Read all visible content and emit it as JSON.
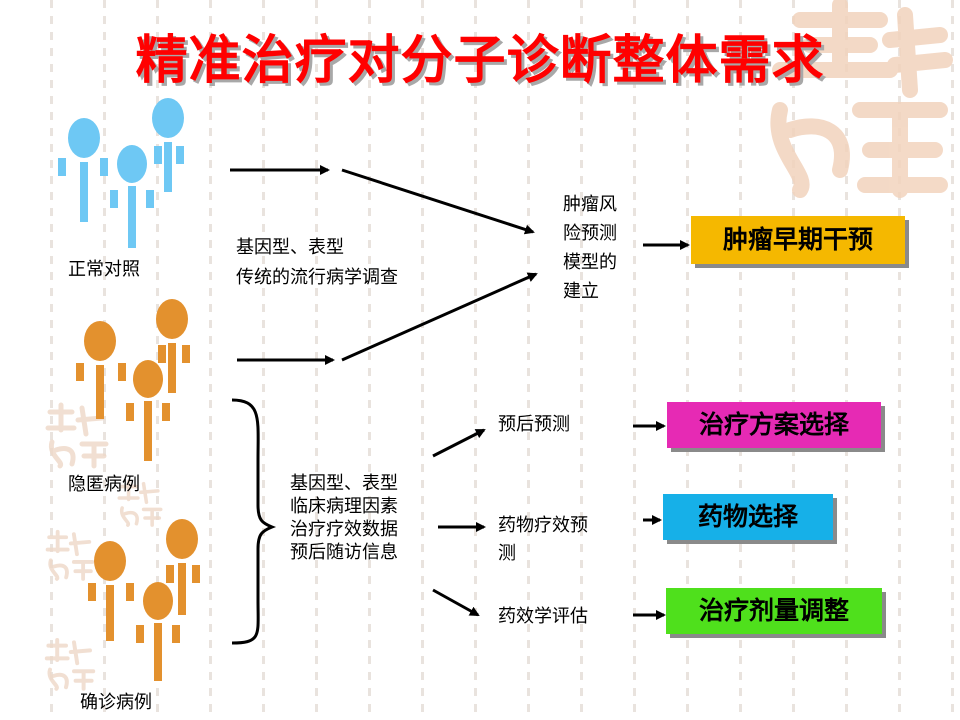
{
  "title": "精准治疗对分子诊断整体需求",
  "groups": {
    "normal": "正常对照",
    "latent": "隐匿病例",
    "confirmed": "确诊病例"
  },
  "upper_info": {
    "line1": "基因型、表型",
    "line2": "传统的流行病学调查"
  },
  "lower_info": {
    "lines": [
      "基因型、表型",
      "临床病理因素",
      "治疗疗效数据",
      "预后随访信息"
    ]
  },
  "risk_model": {
    "lines": [
      "肿瘤风",
      "险预测",
      "模型的",
      "建立"
    ]
  },
  "predictions": {
    "prognosis": "预后预测",
    "drug_efficacy": [
      "药物疗效预",
      "测"
    ],
    "pharmacodynamics": "药效学评估"
  },
  "outcomes": {
    "early_intervention": {
      "label": "肿瘤早期干预",
      "color": "#f5b800"
    },
    "treatment_plan": {
      "label": "治疗方案选择",
      "color": "#e62ab4"
    },
    "drug_selection": {
      "label": "药物选择",
      "color": "#16b0e8"
    },
    "dose_adjustment": {
      "label": "治疗剂量调整",
      "color": "#4fe01c"
    }
  },
  "colors": {
    "title": "#ff0000",
    "normal_figures": "#6ec8f4",
    "patient_figures": "#e3912e"
  }
}
